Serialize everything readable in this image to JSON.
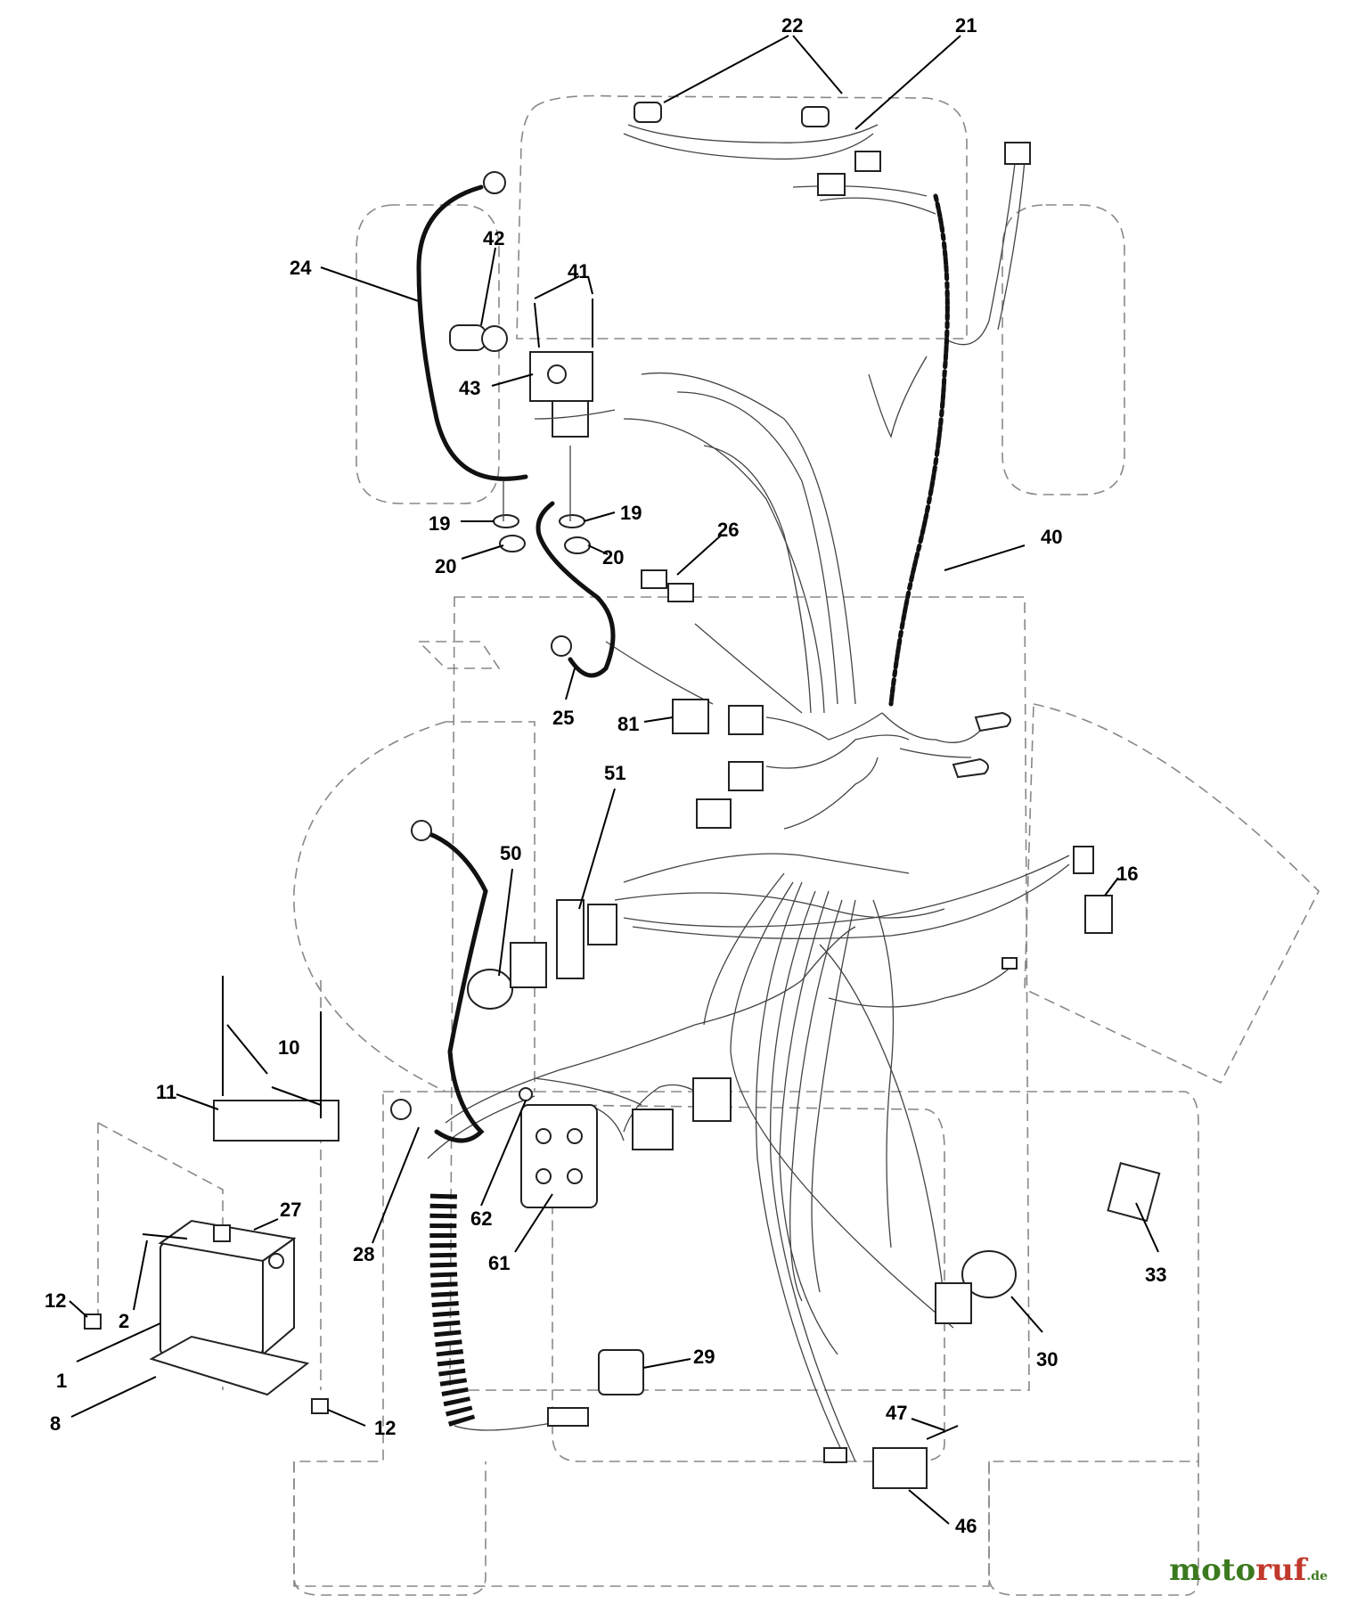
{
  "callouts": {
    "c1": "1",
    "c2": "2",
    "c8": "8",
    "c10": "10",
    "c11": "11",
    "c12a": "12",
    "c12b": "12",
    "c16": "16",
    "c19a": "19",
    "c19b": "19",
    "c20a": "20",
    "c20b": "20",
    "c21": "21",
    "c22": "22",
    "c24": "24",
    "c25": "25",
    "c26": "26",
    "c27": "27",
    "c28": "28",
    "c29": "29",
    "c30": "30",
    "c33": "33",
    "c40": "40",
    "c41": "41",
    "c42": "42",
    "c43": "43",
    "c46": "46",
    "c47": "47",
    "c50": "50",
    "c51": "51",
    "c61": "61",
    "c62": "62",
    "c81": "81"
  },
  "watermark": {
    "part1": "moto",
    "part2": "ruf",
    "part3": ".de"
  },
  "colors": {
    "outline": "#888888",
    "ink": "#111111",
    "brand_green": "#3c7a1f",
    "brand_red": "#c0392b"
  }
}
